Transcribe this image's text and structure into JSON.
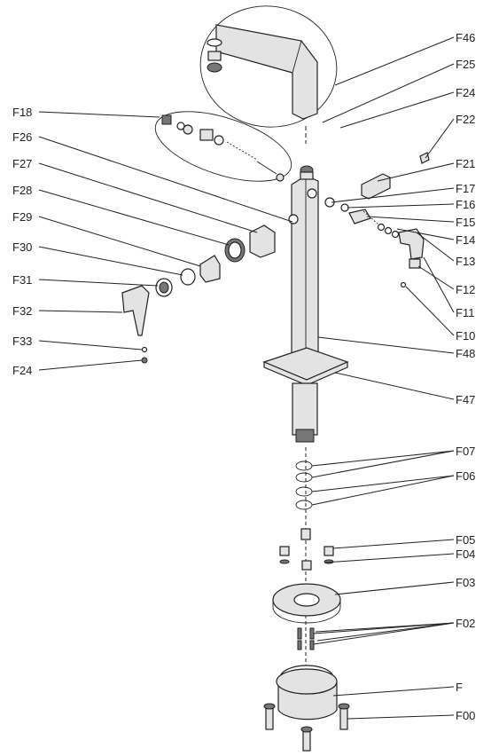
{
  "labels": {
    "F46": "F46",
    "F25": "F25",
    "F24a": "F24",
    "F22": "F22",
    "F21": "F21",
    "F17": "F17",
    "F16": "F16",
    "F15": "F15",
    "F14": "F14",
    "F13": "F13",
    "F12": "F12",
    "F11": "F11",
    "F10": "F10",
    "F48": "F48",
    "F47": "F47",
    "F07": "F07",
    "F06": "F06",
    "F05": "F05",
    "F04": "F04",
    "F03": "F03",
    "F02": "F02",
    "F": "F",
    "F00": "F00",
    "F18": "F18",
    "F26": "F26",
    "F27": "F27",
    "F28": "F28",
    "F29": "F29",
    "F30": "F30",
    "F31": "F31",
    "F32": "F32",
    "F33": "F33",
    "F24b": "F24"
  }
}
